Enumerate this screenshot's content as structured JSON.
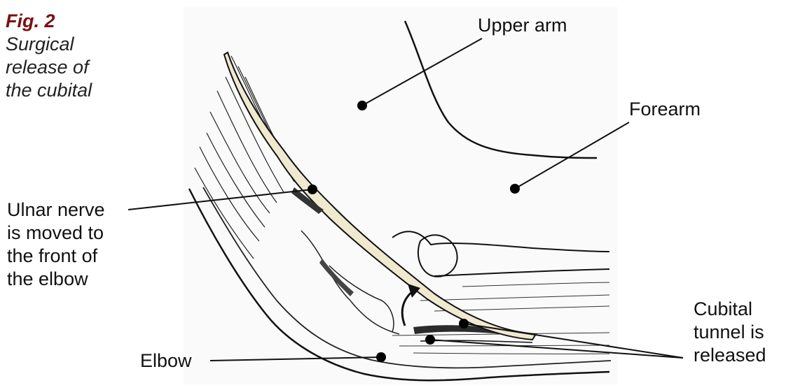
{
  "caption": {
    "fig_number": "Fig. 2",
    "description_lines": [
      "Surgical",
      "release of",
      "the cubital"
    ]
  },
  "labels": {
    "upper_arm": "Upper arm",
    "forearm": "Forearm",
    "ulnar_nerve_lines": [
      "Ulnar nerve",
      "is moved to",
      "the front of",
      "the elbow"
    ],
    "elbow": "Elbow",
    "cubital_tunnel_lines": [
      "Cubital",
      "tunnel is",
      "released"
    ]
  },
  "colors": {
    "fig_number": "#7b1010",
    "nerve_fill": "#efe9d0",
    "line": "#111111"
  }
}
